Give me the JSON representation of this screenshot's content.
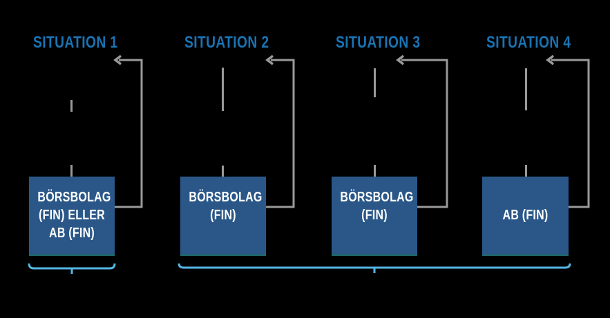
{
  "figure": {
    "type": "diagram",
    "description_visible_elements": "four ownership situations, each with a gray stem line, a gray feedback arrow looping from a blue company box back to the top, and light blue braces under the boxes"
  },
  "situations": [
    {
      "title": "SITUATION 1",
      "box_label": "BÖRSBOLAG\n(FIN) ELLER\nAB (FIN)"
    },
    {
      "title": "SITUATION 2",
      "box_label": "BÖRSBOLAG\n(FIN)"
    },
    {
      "title": "SITUATION 3",
      "box_label": "BÖRSBOLAG\n(FIN)"
    },
    {
      "title": "SITUATION 4",
      "box_label": "AB (FIN)"
    }
  ],
  "colors": {
    "background": "#000000",
    "title_blue": "#1974B5",
    "box_blue": "#2A5788",
    "box_bottom_edge_teal": "#1C6B64",
    "box_text": "#FFFFFF",
    "line_gray": "#9A9A9A",
    "brace_blue": "#55B7E4"
  },
  "icons": {
    "loop_arrow": "left-chevron-arrow-icon",
    "brace": "underbrace-with-center-tick"
  }
}
